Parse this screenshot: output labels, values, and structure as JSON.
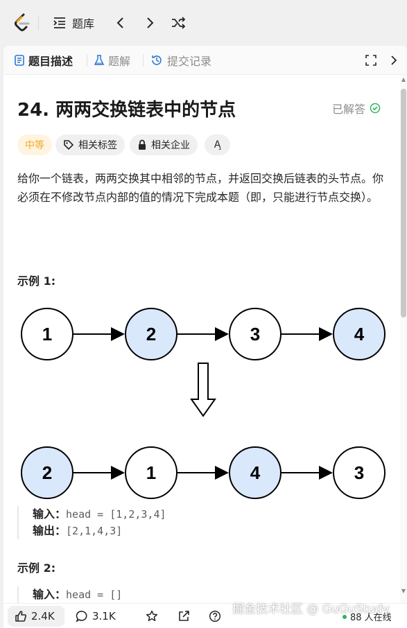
{
  "topbar": {
    "problem_list_label": "题库"
  },
  "tabs": [
    {
      "label": "题目描述",
      "active": true
    },
    {
      "label": "题解",
      "active": false
    },
    {
      "label": "提交记录",
      "active": false
    }
  ],
  "problem": {
    "title": "24. 两两交换链表中的节点",
    "status": "已解答",
    "tags": {
      "difficulty": "中等",
      "topics": "相关标签",
      "companies": "相关企业",
      "translate": "A̧"
    },
    "description": "给你一个链表，两两交换其中相邻的节点，并返回交换后链表的头节点。你必须在不修改节点内部的值的情况下完成本题（即，只能进行节点交换）。",
    "example1": {
      "heading": "示例 1:",
      "before_nodes": [
        "1",
        "2",
        "3",
        "4"
      ],
      "after_nodes": [
        "2",
        "1",
        "4",
        "3"
      ],
      "input_label": "输入：",
      "input_value": "head = [1,2,3,4]",
      "output_label": "输出：",
      "output_value": "[2,1,4,3]"
    },
    "example2": {
      "heading": "示例 2:",
      "input_label": "输入：",
      "input_value": "head = []"
    }
  },
  "footer": {
    "likes": "2.4K",
    "comments": "3.1K",
    "online": "88 人在线",
    "watermark": "掘金技术社区 @ GuGuStudy"
  },
  "colors": {
    "highlight_node": "#dae8fc",
    "difficulty": "#f5a623",
    "solved_check": "#2db55d"
  }
}
